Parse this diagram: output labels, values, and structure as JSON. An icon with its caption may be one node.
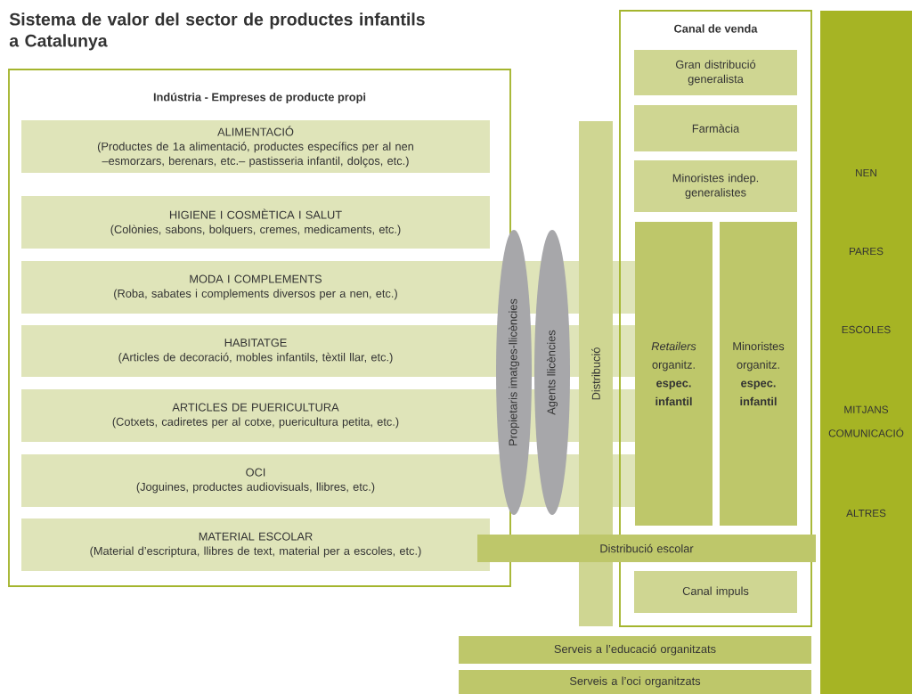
{
  "diagram": {
    "title": "Sistema de valor del sector de productes infantils a Catalunya",
    "nodes": [
      {
        "text": [
          "Indústria - Empreses de producte propi"
        ]
      },
      {
        "text": [
          "ALIMENTACIÓ",
          "(Productes de 1a alimentació, productes específics per al nen –esmorzars, berenars, etc.– pastisseria infantil, dolços, etc.)"
        ],
        "in": 0
      },
      {
        "text": [
          "HIGIENE I COSMÈTICA I SALUT",
          "(Colònies, sabons, bolquers, cremes, medicaments, etc.)"
        ],
        "in": 0
      },
      {
        "text": [
          "MODA I COMPLEMENTS",
          "(Roba, sabates i complements diversos per a nen, etc.)"
        ],
        "in": 0
      },
      {
        "text": [
          "HABITATGE",
          "(Articles de decoració, mobles infantils, tèxtil llar, etc.)"
        ],
        "in": 0
      },
      {
        "text": [
          "ARTICLES DE PUERICULTURA",
          "(Cotxets, cadiretes per al cotxe, puericultura petita, etc.)"
        ],
        "in": 0
      },
      {
        "text": [
          "OCI",
          "(Joguines, productes audiovisuals, llibres, etc.)"
        ],
        "in": 0
      },
      {
        "text": [
          "MATERIAL ESCOLAR",
          "(Material d’escriptura, llibres de text, material per a escoles, etc.)"
        ],
        "in": 0
      },
      {
        "text": [
          "Propietaris imatges-llicències"
        ]
      },
      {
        "text": [
          "Agents llicències"
        ]
      },
      {
        "text": [
          "Distribució"
        ]
      },
      {
        "text": [
          "Canal de venda"
        ]
      },
      {
        "text": [
          "Gran distribució generalista"
        ],
        "in": 11
      },
      {
        "text": [
          "Farmàcia"
        ],
        "in": 11
      },
      {
        "text": [
          "Minoristes indep. generalistes"
        ],
        "in": 11
      },
      {
        "text": [
          "*Retailers* organitz. **espec. infantil**"
        ],
        "in": 11
      },
      {
        "text": [
          "Minoristes organitz. **espec. infantil**"
        ],
        "in": 11
      },
      {
        "text": [
          "Distribució escolar"
        ]
      },
      {
        "text": [
          "Canal impuls"
        ],
        "in": 11
      },
      {
        "text": [
          "Serveis a l’educació organitzats"
        ]
      },
      {
        "text": [
          "Serveis a l’oci organitzats"
        ]
      },
      {
        "text": [
          "NEN",
          "PARES",
          "ESCOLES",
          "MITJANS COMUNICACIÓ",
          "ALTRES"
        ]
      }
    ],
    "edges": []
  }
}
